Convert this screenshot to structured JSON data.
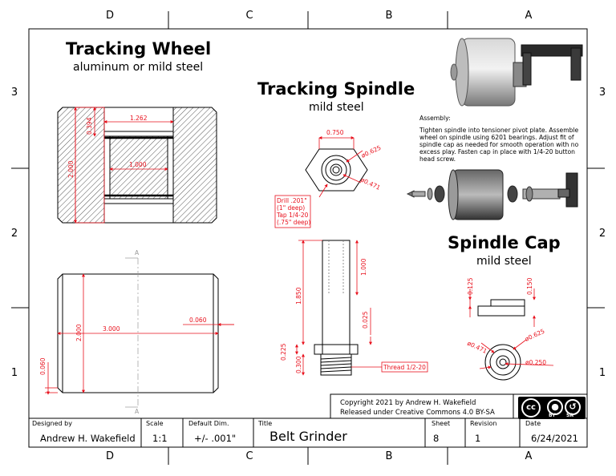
{
  "zones": {
    "cols_top": [
      "D",
      "C",
      "B",
      "A"
    ],
    "cols_bottom": [
      "D",
      "C",
      "B",
      "A"
    ],
    "rows_left": [
      "3",
      "2",
      "1"
    ],
    "rows_right": [
      "3",
      "2",
      "1"
    ]
  },
  "tracking_wheel": {
    "title": "Tracking Wheel",
    "material": "aluminum or mild steel",
    "dims": {
      "d_1262": "1.262",
      "d_0394": "0.394",
      "d_2000_section": "2.000",
      "d_1000": "1.000",
      "d_3000": "3.000",
      "d_2000_side": "2.000",
      "d_0060_chamfer": "0.060",
      "d_0060_edge": "0.060"
    },
    "section_label": "A"
  },
  "tracking_spindle": {
    "title": "Tracking Spindle",
    "material": "mild steel",
    "dims": {
      "d_0750": "0.750",
      "dia_0625": "ø0.625",
      "dia_0471": "ø0.471",
      "d_1000": "1.000",
      "d_1850": "1.850",
      "d_0025": "0.025",
      "d_0225": "0.225",
      "d_0300": "0.300"
    },
    "drill_note": [
      "Drill .201\"",
      "(1\" deep)",
      "Tap 1/4-20",
      "(.75\" deep)"
    ],
    "thread_note": "Thread 1/2-20"
  },
  "spindle_cap": {
    "title": "Spindle Cap",
    "material": "mild steel",
    "dims": {
      "d_0125": "0.125",
      "d_0150": "0.150",
      "dia_0471": "ø0.471",
      "dia_0625": "ø0.625",
      "dia_0250": "ø0.250"
    }
  },
  "assembly": {
    "heading": "Assembly:",
    "text": "Tighten spindle into tensioner pivot plate. Assemble wheel on spindle using 6201 bearings. Adjust fit of spindle cap as needed for smooth operation with no excess play. Fasten cap in place with 1/4-20 button head screw."
  },
  "copyright": {
    "line1": "Copyright   2021    by Andrew H. Wakefield",
    "line2": "Released under Creative Commons 4.0 BY-SA"
  },
  "license_badge": {
    "cc": "cc",
    "by": "BY",
    "sa": "SA"
  },
  "title_block": {
    "designed_by_label": "Designed by",
    "designed_by": "Andrew H. Wakefield",
    "scale_label": "Scale",
    "scale": "1:1",
    "default_dim_label": "Default Dim.",
    "default_dim": "+/- .001\"",
    "title_label": "Title",
    "title": "Belt Grinder",
    "sheet_label": "Sheet",
    "sheet": "8",
    "revision_label": "Revision",
    "revision": "1",
    "date_label": "Date",
    "date": "6/24/2021"
  },
  "colors": {
    "dimension": "#e8101c",
    "outline": "#000000",
    "hatch": "#444444",
    "shaded_part": "#9a9a9a"
  }
}
